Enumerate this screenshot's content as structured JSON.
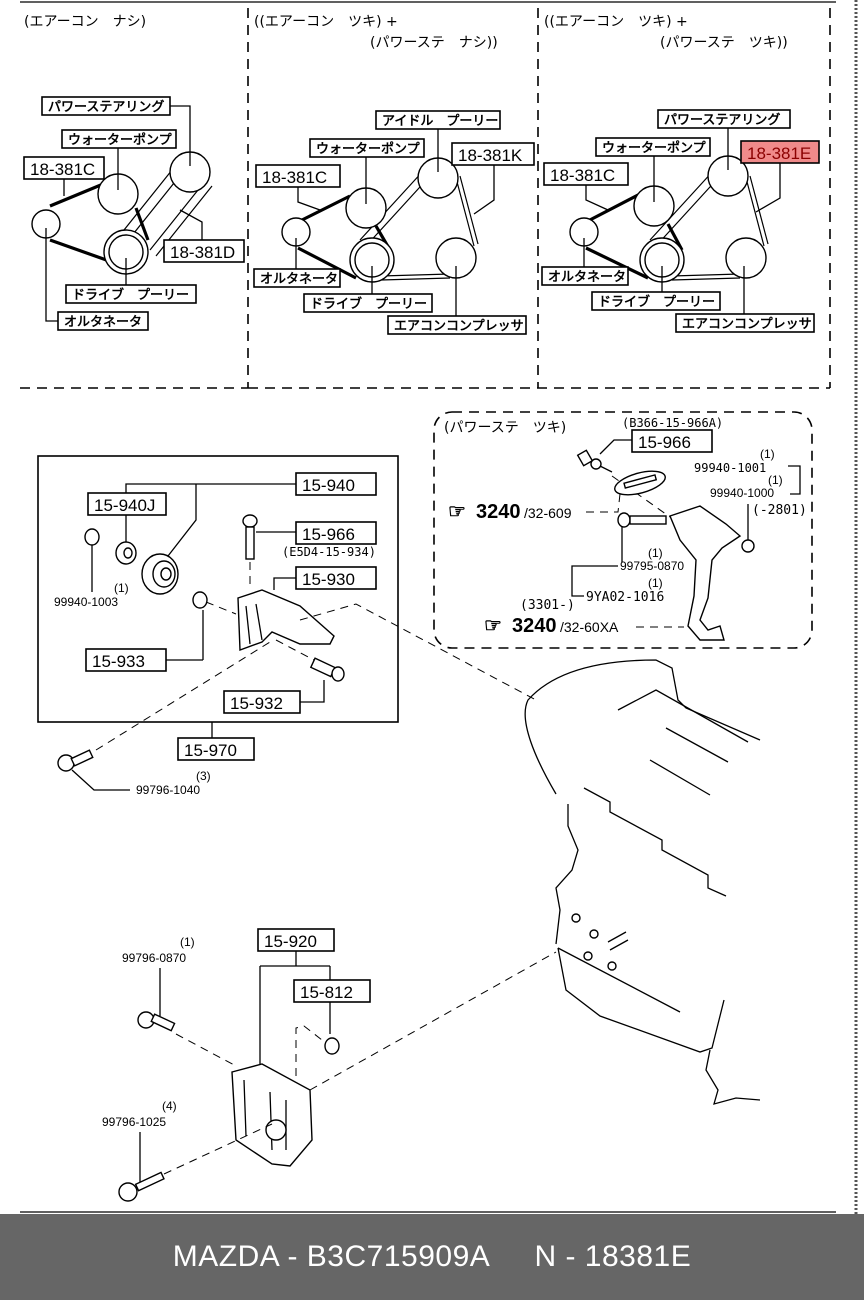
{
  "diagram": {
    "panels": [
      {
        "title": "(エアーコン　ナシ)",
        "labels": {
          "power_steering": "パワーステアリング",
          "water_pump": "ウォーターポンプ",
          "belt_c": "18-381C",
          "belt_d": "18-381D",
          "drive_pulley": "ドライブ　プーリー",
          "alternator": "オルタネータ"
        }
      },
      {
        "title_line1": "((エアーコン　ツキ) +",
        "title_line2": "(パワーステ　ナシ))",
        "labels": {
          "idle_pulley": "アイドル　プーリー",
          "water_pump": "ウォーターポンプ",
          "belt_c": "18-381C",
          "belt_k": "18-381K",
          "alternator": "オルタネータ",
          "drive_pulley": "ドライブ　プーリー",
          "ac_compressor": "エアコンコンプレッサ"
        }
      },
      {
        "title_line1": "((エアーコン　ツキ) +",
        "title_line2": "(パワーステ　ツキ))",
        "labels": {
          "power_steering": "パワーステアリング",
          "water_pump": "ウォーターポンプ",
          "belt_c": "18-381C",
          "belt_e": "18-381E",
          "alternator": "オルタネータ",
          "drive_pulley": "ドライブ　プーリー",
          "ac_compressor": "エアコンコンプレッサ"
        },
        "highlighted": "18-381E",
        "highlight_color": "#f08a8a"
      }
    ],
    "inset": {
      "title": "(パワーステ　ツキ)",
      "ref_code": "(B366-15-966A)",
      "part_15_966": "15-966",
      "bolt_a": "99940-1001",
      "bolt_a_qty": "(1)",
      "bolt_b": "99940-1000",
      "bolt_b_qty": "(1)",
      "range": "(-2801)",
      "ref1_num": "3240",
      "ref1_suffix": "/32-609",
      "bolt_c": "99795-0870",
      "bolt_c_qty": "(1)",
      "bolt_d": "9YA02-1016",
      "bolt_d_qty": "(1)",
      "range2": "(3301-)",
      "ref2_num": "3240",
      "ref2_suffix": "/32-60XA"
    },
    "tensioner": {
      "part_15_940": "15-940",
      "part_15_940j": "15-940J",
      "part_15_966": "15-966",
      "part_15_966_ref": "(E5D4-15-934)",
      "part_15_930": "15-930",
      "nut": "99940-1003",
      "nut_qty": "(1)",
      "part_15_933": "15-933",
      "part_15_932": "15-932",
      "part_15_970": "15-970",
      "bolt": "99796-1040",
      "bolt_qty": "(3)"
    },
    "bracket": {
      "part_15_920": "15-920",
      "part_15_812": "15-812",
      "bolt_a": "99796-0870",
      "bolt_a_qty": "(1)",
      "bolt_b": "99796-1025",
      "bolt_b_qty": "(4)"
    }
  },
  "footer": {
    "brand_part": "MAZDA - B3C715909A",
    "oem_part": "N - 18381E"
  }
}
